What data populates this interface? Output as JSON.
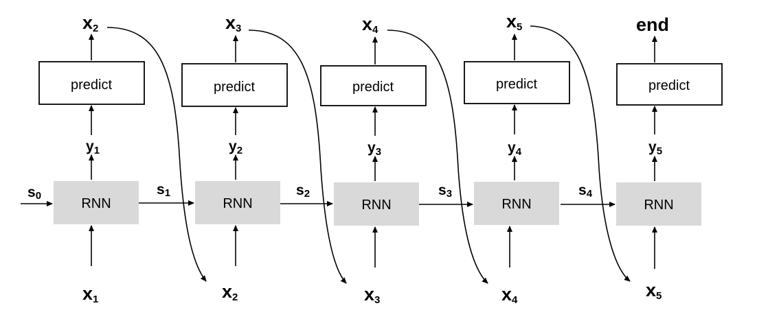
{
  "steps": [
    {
      "state": "s",
      "state_sub": "0",
      "output": "y",
      "output_sub": "1",
      "predict": "predict",
      "cell": "RNN",
      "pred_out": "x",
      "pred_out_sub": "2",
      "input": "x",
      "input_sub": "1"
    },
    {
      "state": "s",
      "state_sub": "1",
      "output": "y",
      "output_sub": "2",
      "predict": "predict",
      "cell": "RNN",
      "pred_out": "x",
      "pred_out_sub": "3",
      "input": "x",
      "input_sub": "2"
    },
    {
      "state": "s",
      "state_sub": "2",
      "output": "y",
      "output_sub": "3",
      "predict": "predict",
      "cell": "RNN",
      "pred_out": "x",
      "pred_out_sub": "4",
      "input": "x",
      "input_sub": "3"
    },
    {
      "state": "s",
      "state_sub": "3",
      "output": "y",
      "output_sub": "4",
      "predict": "predict",
      "cell": "RNN",
      "pred_out": "x",
      "pred_out_sub": "5",
      "input": "x",
      "input_sub": "4"
    },
    {
      "state": "s",
      "state_sub": "4",
      "output": "y",
      "output_sub": "5",
      "predict": "predict",
      "cell": "RNN",
      "pred_out": "end",
      "pred_out_sub": "",
      "input": "x",
      "input_sub": "5"
    }
  ],
  "colors": {
    "cell_fill": "#d9d9d9",
    "stroke": "#000000"
  }
}
